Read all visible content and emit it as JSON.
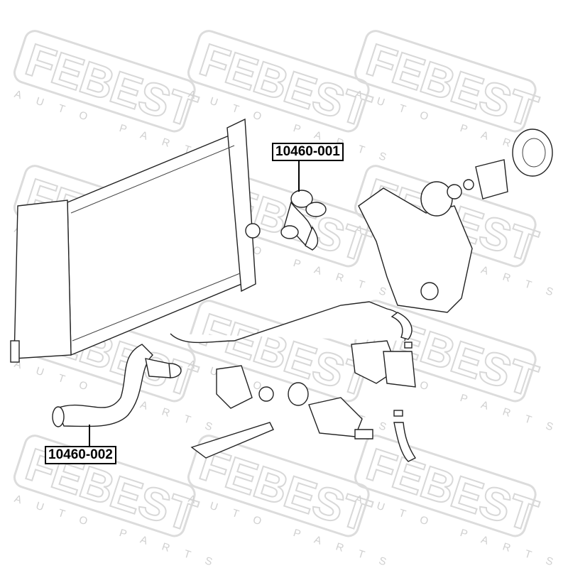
{
  "watermark": {
    "brand": "FEBEST",
    "tagline": "AUTO PARTS"
  },
  "callouts": [
    {
      "part_number": "10460-001"
    },
    {
      "part_number": "10460-002"
    }
  ]
}
